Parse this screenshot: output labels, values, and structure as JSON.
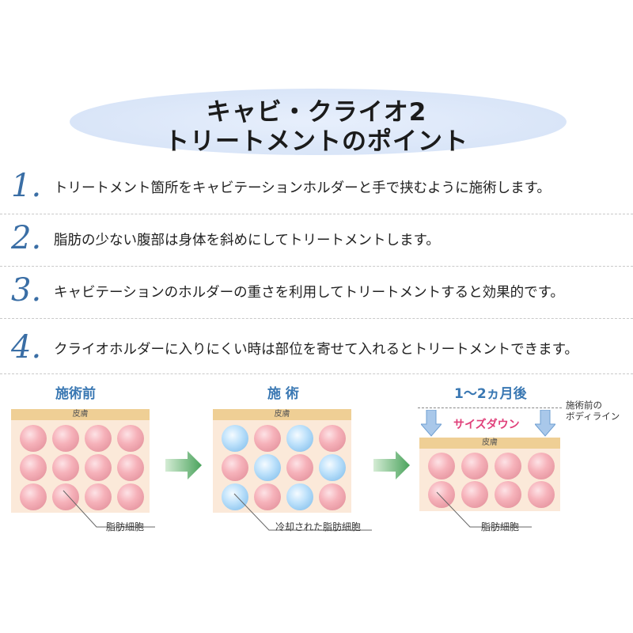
{
  "title": {
    "line1": "キャビ・クライオ2",
    "line2": "トリートメントのポイント"
  },
  "steps": [
    {
      "num": "1.",
      "text": "トリートメント箇所をキャビテーションホルダーと手で挟むように施術します。"
    },
    {
      "num": "2.",
      "text": "脂肪の少ない腹部は身体を斜めにしてトリートメントします。"
    },
    {
      "num": "3.",
      "text": "キャビテーションのホルダーの重さを利用してトリートメントすると効果的です。"
    },
    {
      "num": "4.",
      "text": "クライオホルダーに入りにくい時は部位を寄せて入れるとトリートメントできます。"
    }
  ],
  "panels": [
    {
      "label": "施術前",
      "skin": "皮膚",
      "callout": "脂肪細胞"
    },
    {
      "label": "施 術",
      "skin": "皮膚",
      "callout": "冷却された脂肪細胞"
    },
    {
      "label": "1～2ヵ月後",
      "skin": "皮膚",
      "callout": "脂肪細胞",
      "size_down": "サイズダウン",
      "bodyline": [
        "施術前の",
        "ボディライン"
      ]
    }
  ],
  "colors": {
    "step_number": "#3a6ea5",
    "panel_label": "#3a78b3",
    "size_down": "#e0407a",
    "arrow": "#5aae6a"
  }
}
